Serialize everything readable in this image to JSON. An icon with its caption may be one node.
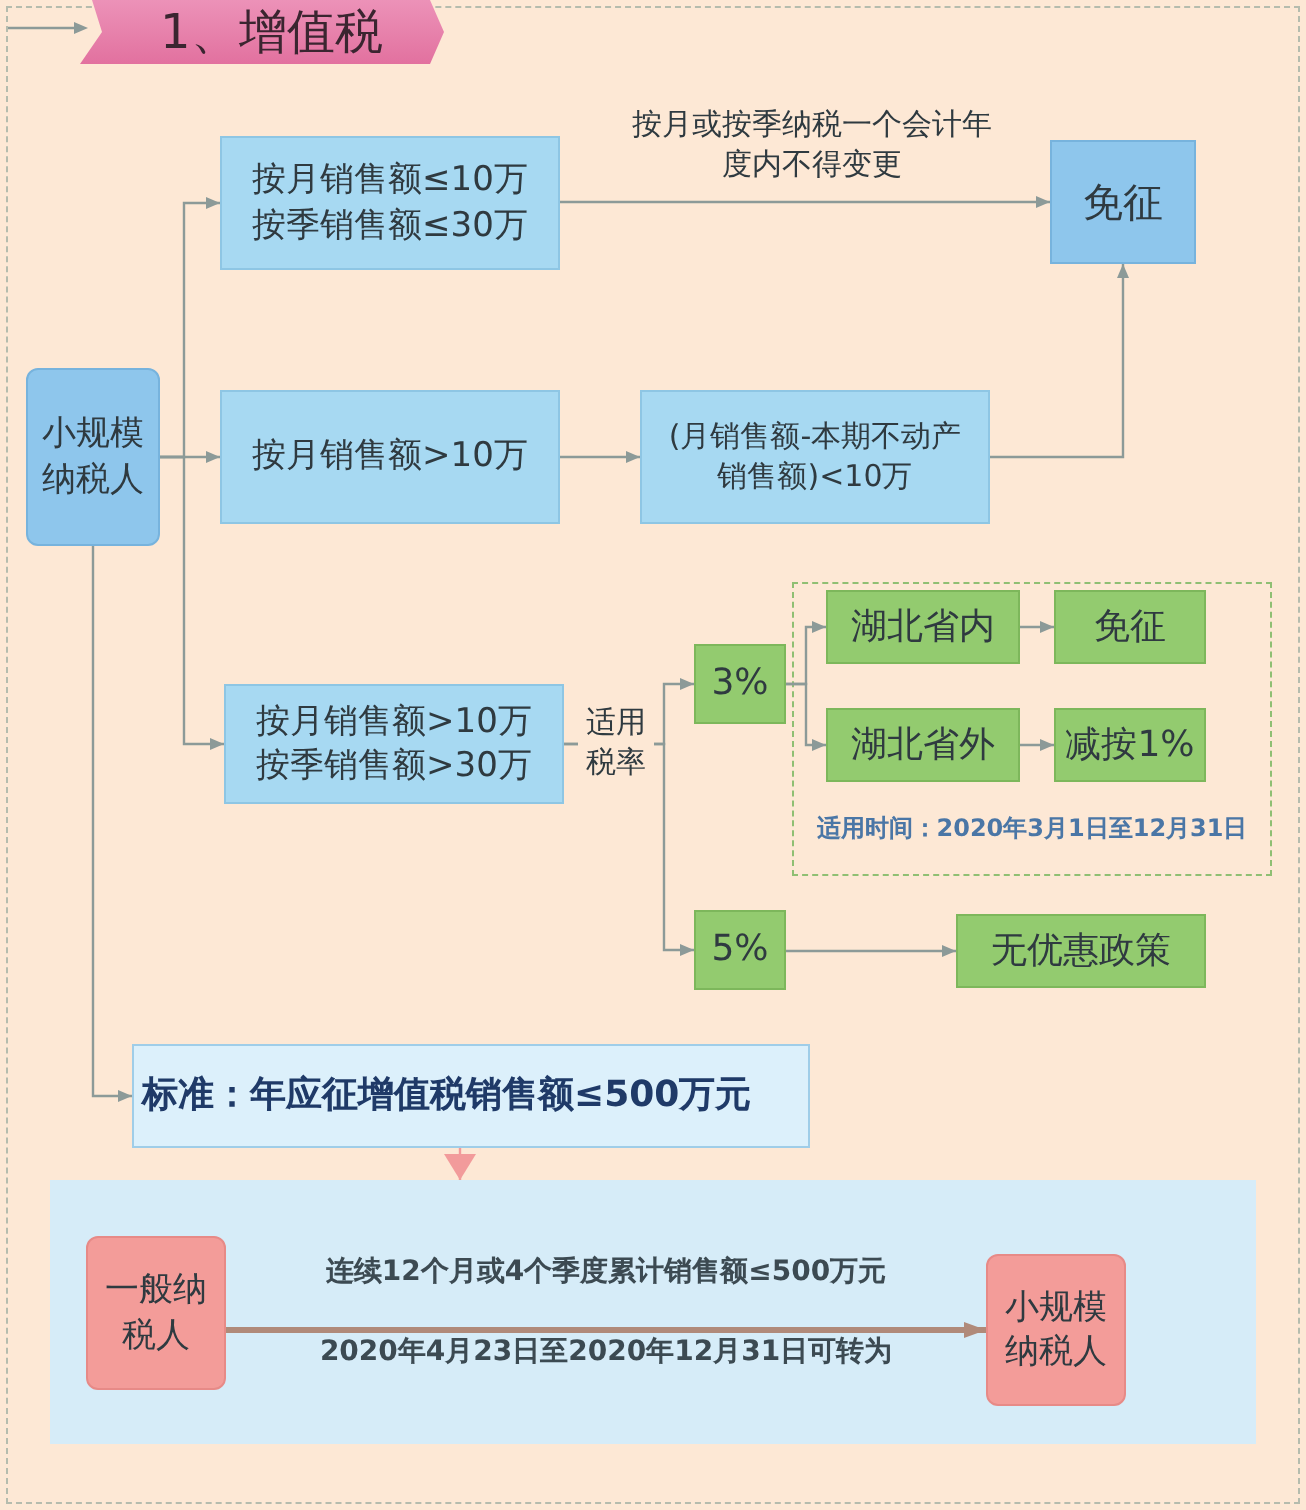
{
  "diagram": {
    "title": "1、增值税",
    "nodes": [
      {
        "text": [
          "小规模纳税人"
        ]
      },
      {
        "text": [
          "按月销售额≤10万",
          "按季销售额≤30万"
        ]
      },
      {
        "text": [
          "按月销售额>10万"
        ]
      },
      {
        "text": [
          "(月销售额-本期不动产销售额)<10万"
        ]
      },
      {
        "text": [
          "免征"
        ]
      },
      {
        "text": [
          "按月销售额>10万",
          "按季销售额>30万"
        ]
      },
      {
        "text": [
          "3%"
        ]
      },
      {
        "text": [
          "适用时间：2020年3月1日至12月31日"
        ]
      },
      {
        "text": [
          "湖北省内"
        ],
        "in": 7
      },
      {
        "text": [
          "免征"
        ],
        "in": 7
      },
      {
        "text": [
          "湖北省外"
        ],
        "in": 7
      },
      {
        "text": [
          "减按1%"
        ],
        "in": 7
      },
      {
        "text": [
          "5%"
        ]
      },
      {
        "text": [
          "无优惠政策"
        ]
      },
      {
        "text": [
          "标准：年应征增值税销售额≤500万元"
        ]
      },
      {
        "text": [],
        "shape": "box"
      },
      {
        "text": [
          "一般纳税人"
        ],
        "in": 15
      },
      {
        "text": [
          "小规模纳税人"
        ],
        "in": 15
      }
    ],
    "edges": [
      {
        "from": 0,
        "to": 1,
        "arrow": "to"
      },
      {
        "from": 0,
        "to": 2,
        "arrow": "to"
      },
      {
        "from": 0,
        "to": 5,
        "arrow": "to"
      },
      {
        "from": 0,
        "to": 14,
        "arrow": "to"
      },
      {
        "from": 1,
        "to": 4,
        "arrow": "to",
        "label": "按月或按季纳税一个会计年度内不得变更"
      },
      {
        "from": 2,
        "to": 3,
        "arrow": "to"
      },
      {
        "from": 3,
        "to": 4,
        "arrow": "to"
      },
      {
        "from": 5,
        "to": 6,
        "arrow": "to",
        "label": "适用税率"
      },
      {
        "from": 5,
        "to": 12,
        "arrow": "to"
      },
      {
        "from": 6,
        "to": 8,
        "arrow": "to"
      },
      {
        "from": 6,
        "to": 10,
        "arrow": "to"
      },
      {
        "from": 8,
        "to": 9,
        "arrow": "to"
      },
      {
        "from": 10,
        "to": 11,
        "arrow": "to"
      },
      {
        "from": 12,
        "to": 13,
        "arrow": "to"
      },
      {
        "from": 14,
        "to": 15,
        "arrow": "to",
        "color": "#f29b9b"
      },
      {
        "from": 16,
        "to": 17,
        "arrow": "to",
        "label": "连续12个月或4个季度累计销售额≤500万元",
        "style": "thick",
        "color": "#b08a7a"
      }
    ],
    "labels": [
      "2020年4月23日至2020年12月31日可转为"
    ]
  }
}
